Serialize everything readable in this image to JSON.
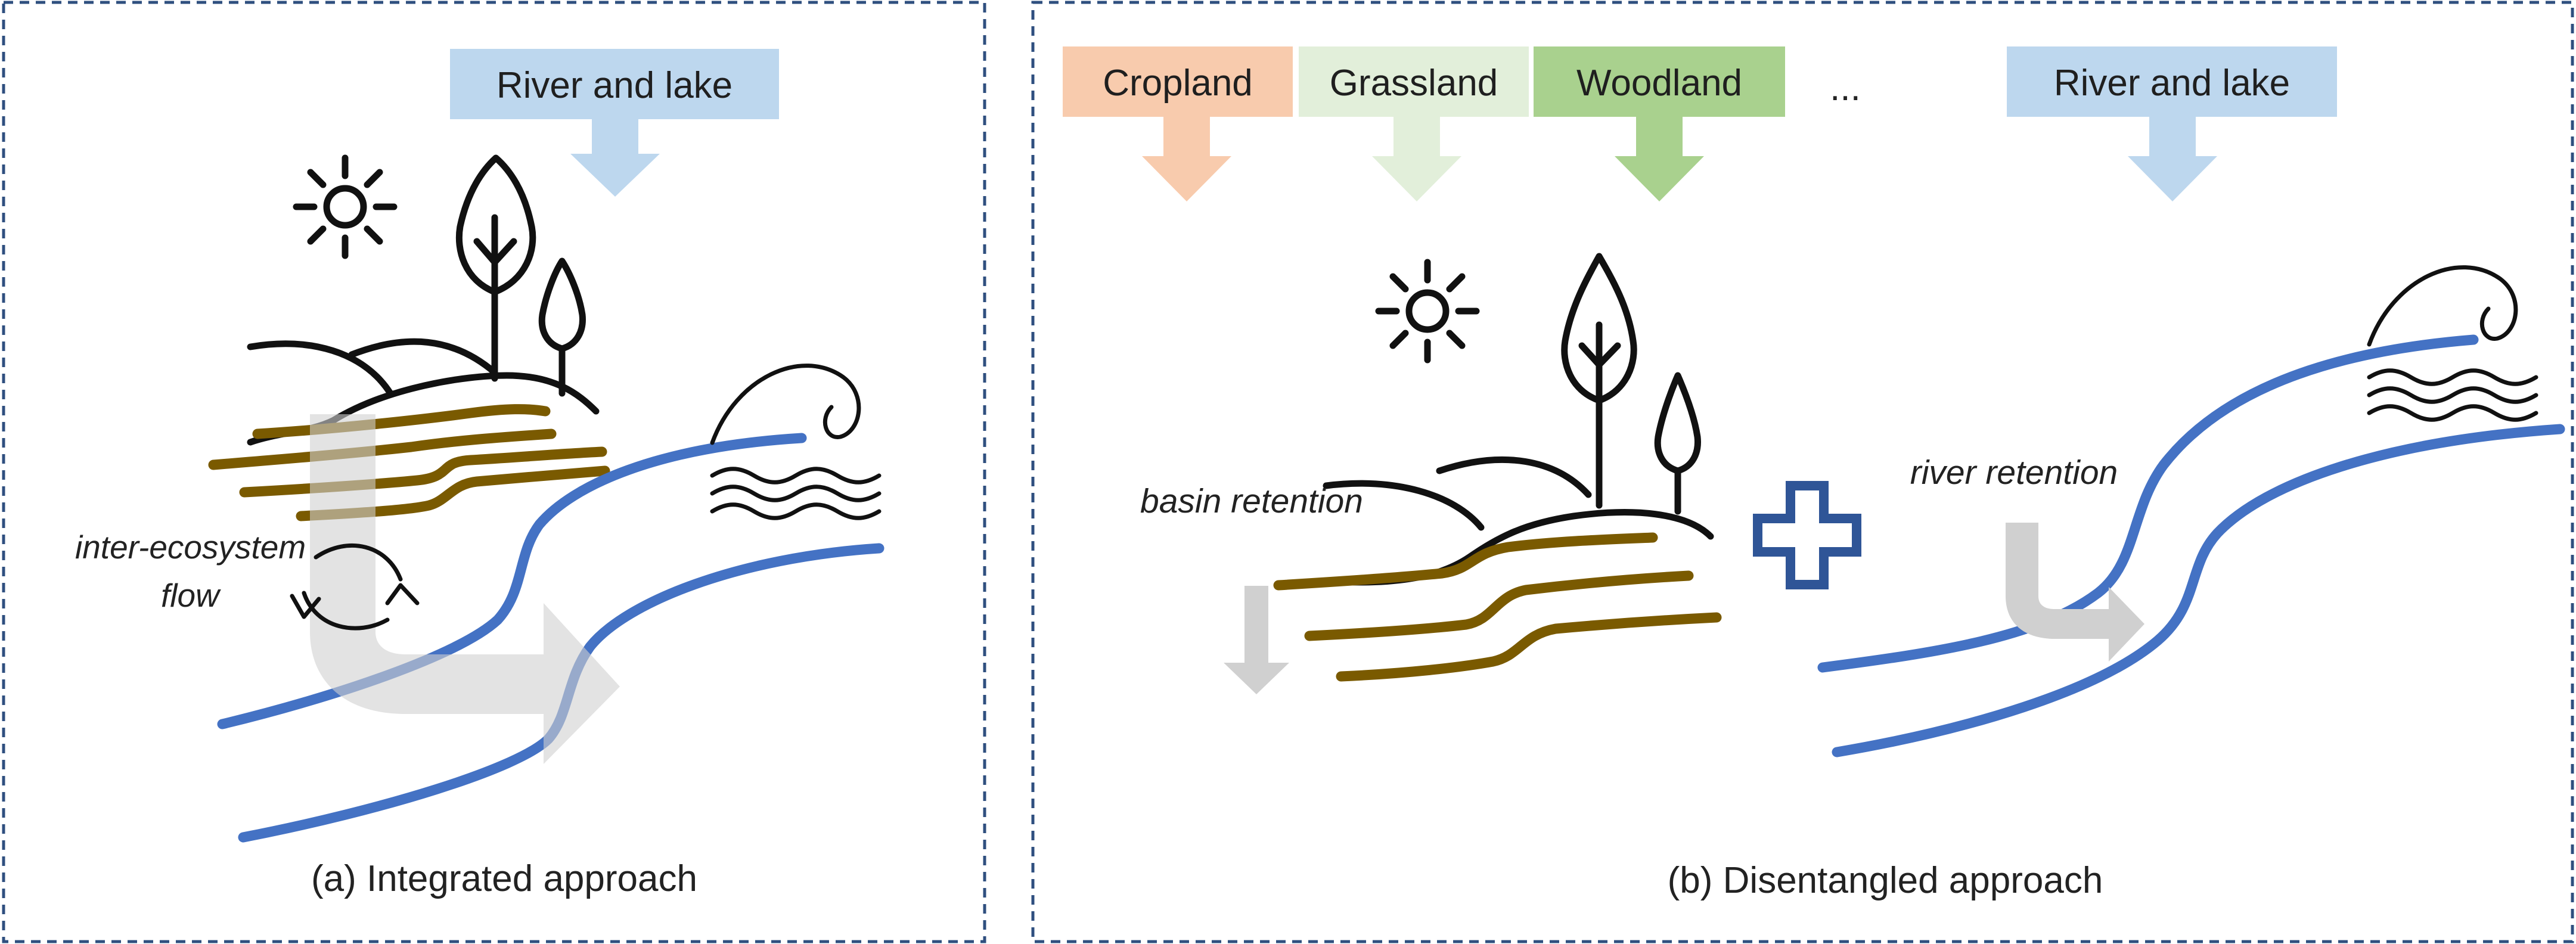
{
  "panel_a": {
    "caption": "(a) Integrated approach",
    "source_box": "River and lake",
    "flow_label_line1": "inter-ecosystem",
    "flow_label_line2": "flow"
  },
  "panel_b": {
    "caption": "(b) Disentangled approach",
    "sources": [
      "Cropland",
      "Grassland",
      "Woodland",
      "...",
      "River and lake"
    ],
    "basin_label": "basin retention",
    "river_label": "river retention"
  },
  "colors": {
    "cropland": "#f8cbad",
    "grassland": "#e2efda",
    "woodland": "#a9d18e",
    "river_lake": "#bdd7ee",
    "river_line": "#4472c4",
    "soil": "#7a5a00",
    "plus": "#2f5597",
    "flow_arrow": "#d0d0d0"
  },
  "icons": [
    "sun-icon",
    "tree-icon",
    "wave-icon",
    "plus-icon",
    "cycle-icon"
  ]
}
